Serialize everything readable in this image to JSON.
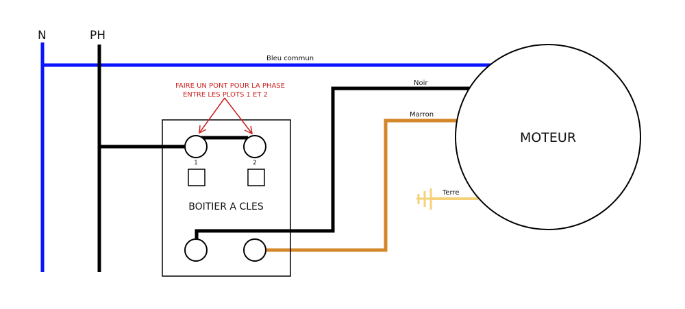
{
  "labels": {
    "neutral": "N",
    "phase": "PH",
    "common_wire": "Bleu commun",
    "black_wire": "Noir",
    "brown_wire": "Marron",
    "motor": "MOTEUR",
    "earth": "Terre",
    "key_box": "BOITIER A CLES",
    "terminal_1": "1",
    "terminal_2": "2"
  },
  "annotation": {
    "line1": "FAIRE UN PONT POUR LA PHASE",
    "line2": "ENTRE LES PLOTS 1 ET 2"
  },
  "colors": {
    "blue": "#0a14ff",
    "black": "#000000",
    "brown": "#d4862a",
    "earth": "#f5d27a",
    "annotation": "#cc1f1f"
  }
}
